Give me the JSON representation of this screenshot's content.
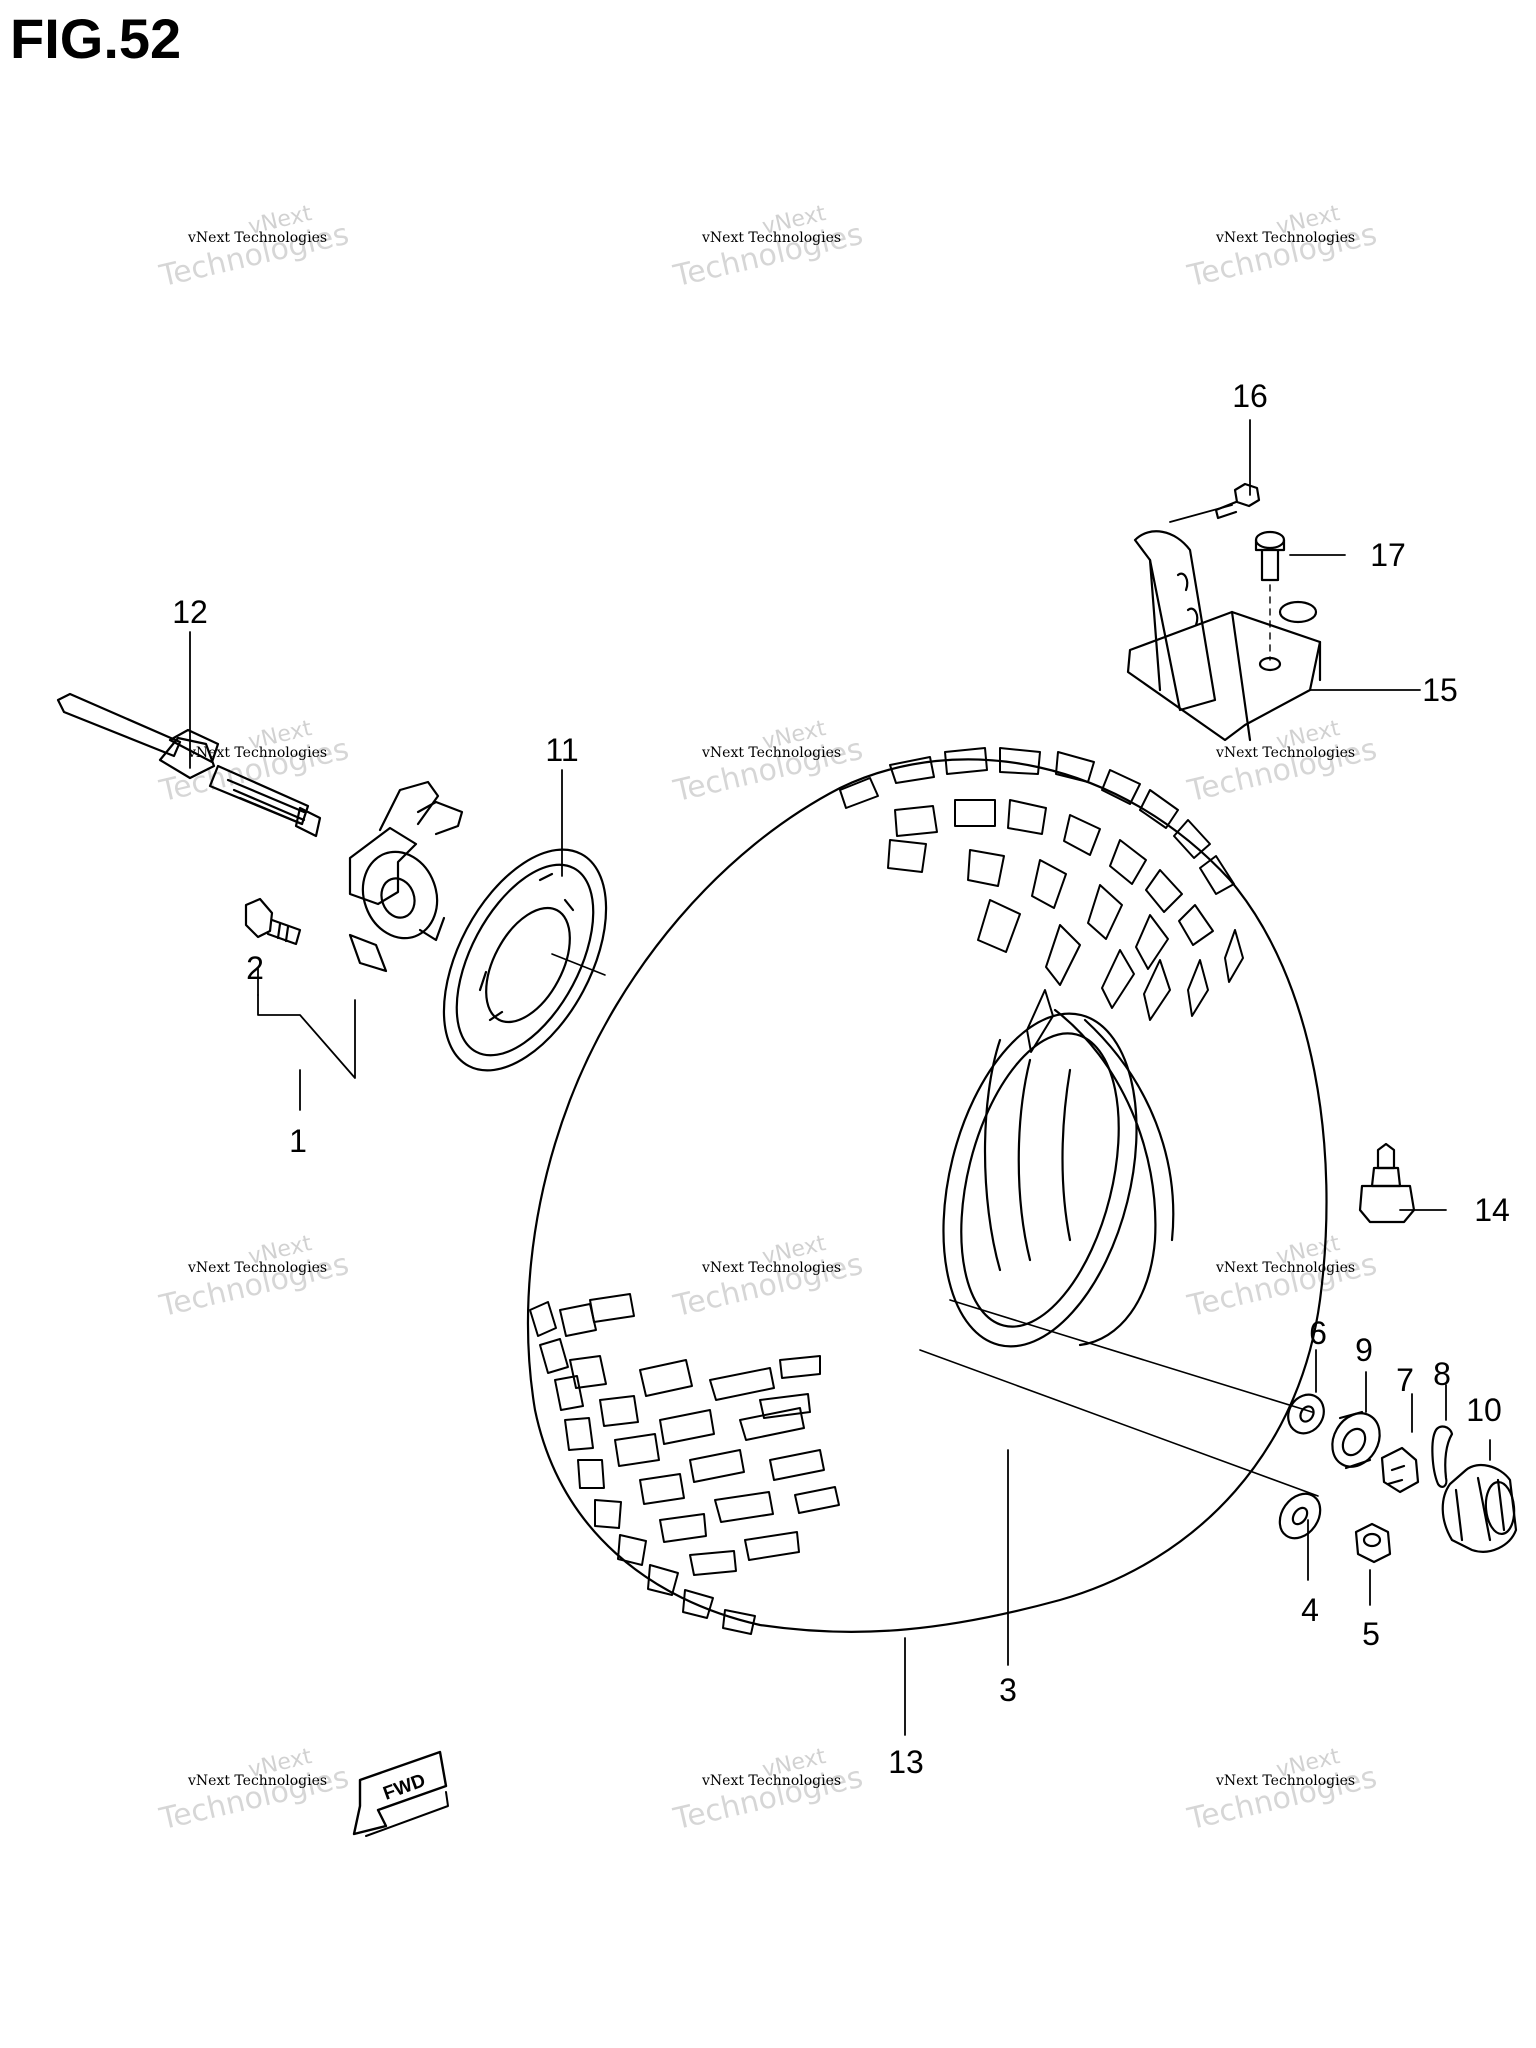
{
  "figure": {
    "title": "FIG.52"
  },
  "watermark": {
    "text": "vNext Technologies",
    "big_line1": "vNext",
    "big_line2": "Technologies"
  },
  "direction_arrow": {
    "label": "FWD"
  },
  "callouts": {
    "c1": "1",
    "c2": "2",
    "c3": "3",
    "c4": "4",
    "c5": "5",
    "c6": "6",
    "c7": "7",
    "c8": "8",
    "c9": "9",
    "c10": "10",
    "c11": "11",
    "c12": "12",
    "c13": "13",
    "c14": "14",
    "c15": "15",
    "c16": "16",
    "c17": "17"
  }
}
